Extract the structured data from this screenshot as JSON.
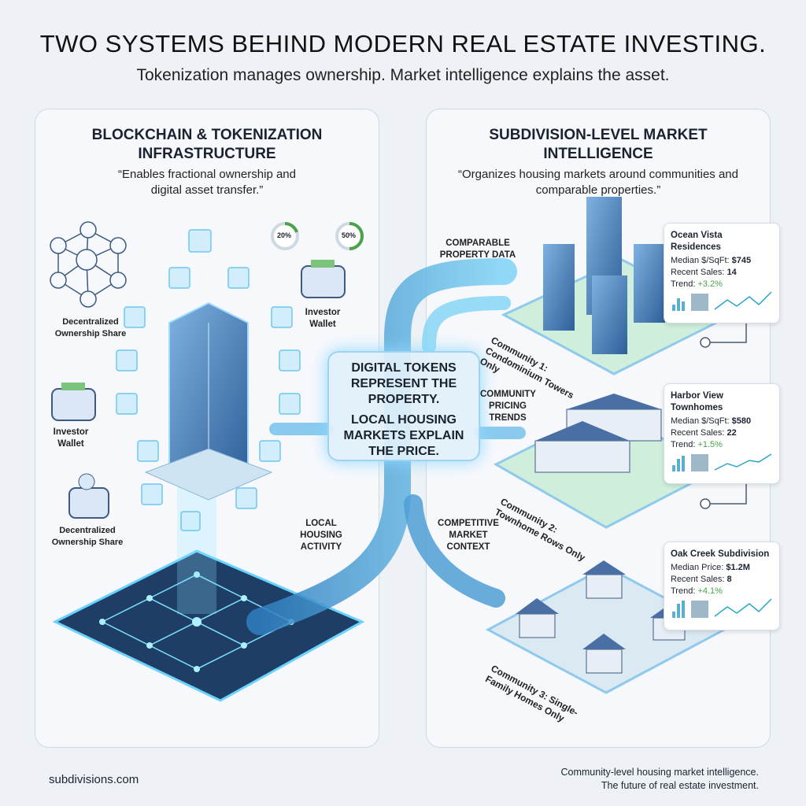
{
  "title": "TWO SYSTEMS BEHIND MODERN REAL ESTATE INVESTING.",
  "subtitle": "Tokenization manages ownership. Market intelligence explains the asset.",
  "left_panel": {
    "heading": "BLOCKCHAIN & TOKENIZATION INFRASTRUCTURE",
    "quote": "“Enables fractional ownership and digital asset transfer.”",
    "labels": {
      "ownership_top": "Decentralized Ownership Share",
      "wallet_top": "Investor Wallet",
      "wallet_left": "Investor Wallet",
      "ownership_bottom": "Decentralized Ownership Share",
      "pct_a": "20%",
      "pct_b": "50%"
    }
  },
  "center_box": {
    "line1": "DIGITAL TOKENS REPRESENT THE PROPERTY.",
    "line2": "LOCAL HOUSING MARKETS EXPLAIN THE PRICE."
  },
  "flow_labels": {
    "comparable": "COMPARABLE PROPERTY DATA",
    "pricing": "COMMUNITY PRICING TRENDS",
    "competitive": "COMPETITIVE MARKET CONTEXT",
    "local": "LOCAL HOUSING ACTIVITY"
  },
  "right_panel": {
    "heading": "SUBDIVISION-LEVEL MARKET INTELLIGENCE",
    "quote": "“Organizes housing markets around communities and comparable properties.”",
    "communities": [
      {
        "label": "Community 1: Condominium Towers Only"
      },
      {
        "label": "Community 2: Townhome Rows Only"
      },
      {
        "label": "Community 3: Single-Family Homes Only"
      }
    ],
    "cards": [
      {
        "name": "Ocean Vista Residences",
        "metric_label": "Median $/SqFt:",
        "metric_value": "$745",
        "sales_label": "Recent Sales:",
        "sales_value": "14",
        "trend_label": "Trend:",
        "trend_value": "+3.2%"
      },
      {
        "name": "Harbor View Townhomes",
        "metric_label": "Median $/SqFt:",
        "metric_value": "$580",
        "sales_label": "Recent Sales:",
        "sales_value": "22",
        "trend_label": "Trend:",
        "trend_value": "+1.5%"
      },
      {
        "name": "Oak Creek Subdivision",
        "metric_label": "Median Price:",
        "metric_value": "$1.2M",
        "sales_label": "Recent Sales:",
        "sales_value": "8",
        "trend_label": "Trend:",
        "trend_value": "+4.1%"
      }
    ]
  },
  "footer": {
    "site": "subdivisions.com",
    "tagline1": "Community-level housing market intelligence.",
    "tagline2": "The future of real estate investment."
  },
  "colors": {
    "accent": "#4fc3f7",
    "trend_up": "#4aa34a",
    "building": "#4a6fa5"
  }
}
